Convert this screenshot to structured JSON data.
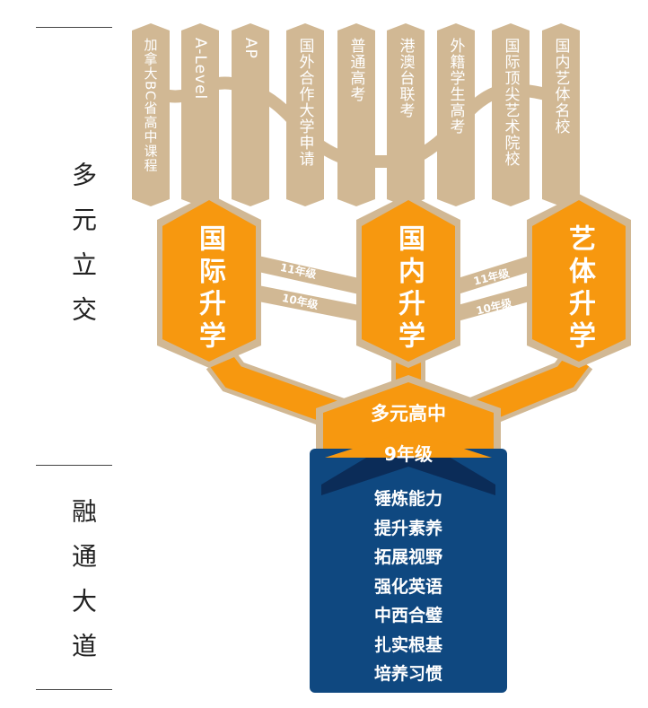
{
  "side_labels": {
    "top": "多元立交",
    "bottom": "融通大道"
  },
  "columns": [
    "加拿大BC省高中课程",
    "A-Level",
    "AP",
    "国外合作大学申请",
    "普通高考",
    "港澳台联考",
    "外籍学生高考",
    "国际顶尖艺术院校",
    "国内艺体名校"
  ],
  "tracks": [
    "国际升学",
    "国内升学",
    "艺体升学"
  ],
  "bridges": {
    "grade11": "11年级",
    "grade10": "10年级"
  },
  "hub": "多元高中",
  "base": {
    "grade": "9年级",
    "items": [
      "锤炼能力",
      "提升素养",
      "拓展视野",
      "强化英语",
      "中西合璧",
      "扎实根基",
      "培养习惯"
    ]
  },
  "colors": {
    "tan": "#d1b894",
    "orange": "#f7980f",
    "navy": "#0f4880",
    "navy_dark": "#0b2c58"
  }
}
